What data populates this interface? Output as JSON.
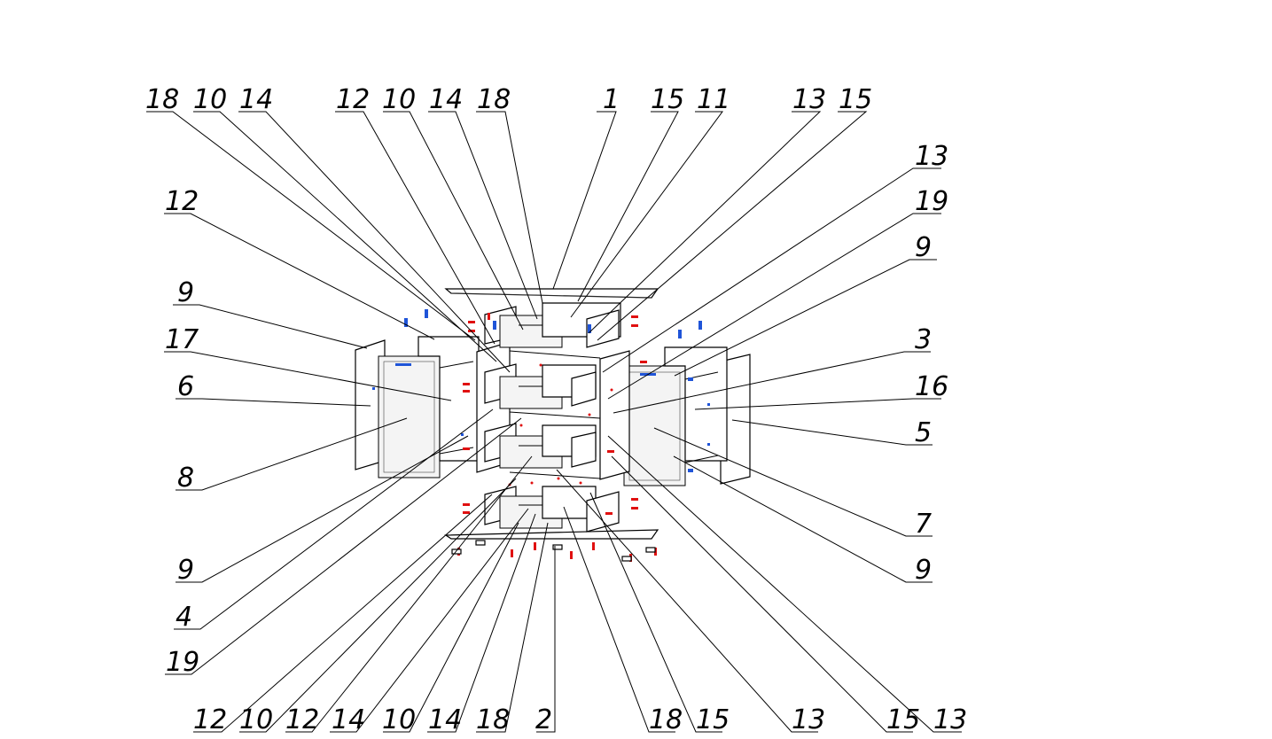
{
  "drawing": {
    "accent_colors": {
      "fasteners_red": "#e01010",
      "fasteners_blue": "#1f54d8",
      "lines": "#000000"
    },
    "labels": {
      "top_row": [
        "18",
        "10",
        "14",
        "12",
        "10",
        "14",
        "18",
        "1",
        "15",
        "11",
        "13",
        "15"
      ],
      "left_col": [
        "12",
        "9",
        "17",
        "6",
        "8",
        "9",
        "4",
        "19"
      ],
      "right_col": [
        "13",
        "19",
        "9",
        "3",
        "16",
        "5",
        "7",
        "9"
      ],
      "bottom_row": [
        "12",
        "10",
        "12",
        "14",
        "10",
        "14",
        "18",
        "2",
        "18",
        "15",
        "13",
        "15",
        "13"
      ]
    }
  }
}
